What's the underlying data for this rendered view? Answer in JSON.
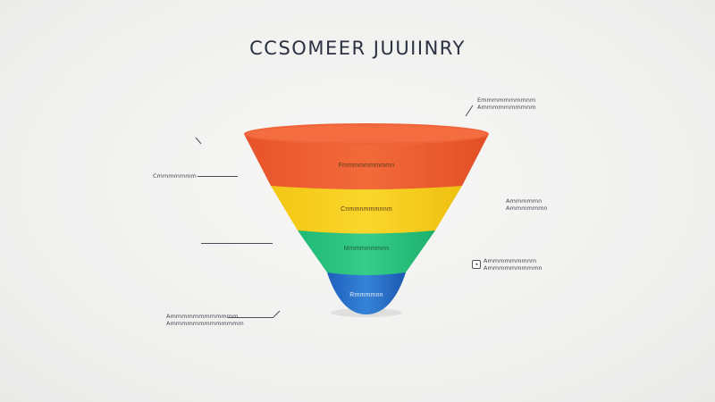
{
  "title": "CCSOMEER JUUIINRY",
  "stages": [
    {
      "label": "Fmmmmmmmmmn",
      "color": "#ee5a30"
    },
    {
      "label": "Cnmmnmmmnnm",
      "color": "#f6cf1e"
    },
    {
      "label": "Mmmmmmmnn",
      "color": "#29c47e"
    },
    {
      "label": "Rmmmmnn",
      "color": "#2a6fc9"
    }
  ],
  "annotations": {
    "top_right": [
      "Emmmmmmmmnm",
      "Ammmmmmmmnm"
    ],
    "left_upper": "Cmmmmmmm",
    "right_middle": [
      "Ammmmmn",
      "Ammmmmmn"
    ],
    "right_lower": [
      "Ammmmmmmnm",
      "Ammmmmmmmmn"
    ],
    "left_lower": [
      "Ammmmmmmmmmmm",
      "Ammmmmmmmmmmmm"
    ]
  }
}
